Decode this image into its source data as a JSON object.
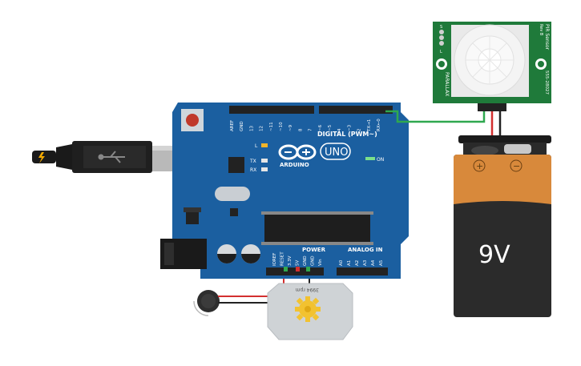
{
  "board": {
    "name": "ARDUINO",
    "model": "UNO",
    "digital_label": "DIGITAL (PWM~)",
    "power_label": "POWER",
    "analog_label": "ANALOG IN",
    "on_label": "ON",
    "led_l": "L",
    "led_tx": "TX",
    "led_rx": "RX",
    "digital_pins": [
      "AREF",
      "GND",
      "13",
      "12",
      "~11",
      "~10",
      "~9",
      "8",
      "7",
      "~6",
      "~5",
      "4",
      "~3",
      "2",
      "TX→1",
      "RX←0"
    ],
    "power_pins": [
      "IOREF",
      "RESET",
      "3.3V",
      "5V",
      "GND",
      "GND",
      "Vin"
    ],
    "analog_pins": [
      "A0",
      "A1",
      "A2",
      "A3",
      "A4",
      "A5"
    ]
  },
  "sensor": {
    "title": "PIR Sensor",
    "rev": "Rev B",
    "brand": "PARALLAX",
    "part": "555-28027",
    "pin_s": "S",
    "pin_l": "L"
  },
  "battery": {
    "label": "9V",
    "plus": "+",
    "minus": "−"
  },
  "motor": {
    "label": "3994 rpm"
  },
  "colors": {
    "board": "#1b5fa0",
    "sensor": "#1f7a3a",
    "battery_top": "#d8893b",
    "battery_bottom": "#2b2b2b",
    "wire_green": "#2fa84f",
    "wire_red": "#d32f2f",
    "wire_black": "#222222"
  }
}
